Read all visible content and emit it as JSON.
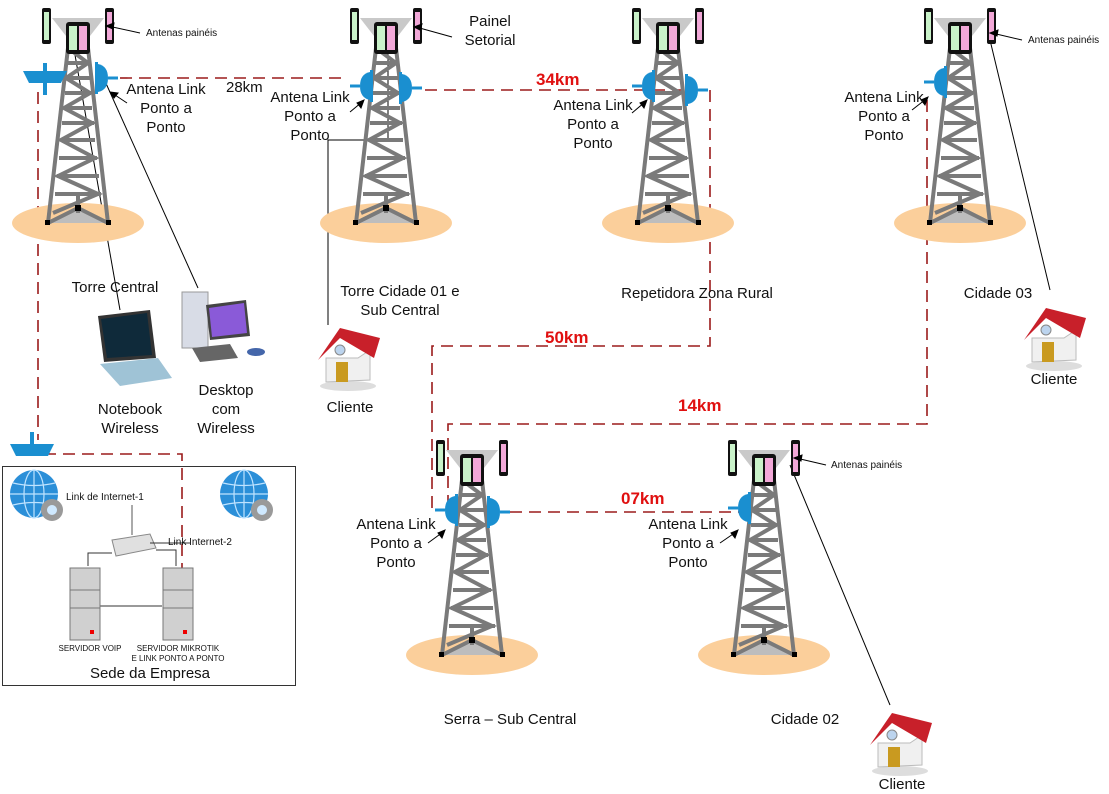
{
  "colors": {
    "link_line": "#9b1b1b",
    "distance_text": "#e01010",
    "tower_gray": "#7a7a7a",
    "base_ellipse": "#fbcf9b",
    "dish_blue": "#1a8fd0",
    "house_roof": "#c8202a"
  },
  "towers": [
    {
      "id": "torre-central",
      "label": "Torre Central"
    },
    {
      "id": "torre-cidade-01",
      "label": "Torre Cidade 01 e Sub Central"
    },
    {
      "id": "repetidora",
      "label": "Repetidora Zona Rural"
    },
    {
      "id": "cidade-03",
      "label": "Cidade 03"
    },
    {
      "id": "serra",
      "label": "Serra – Sub Central"
    },
    {
      "id": "cidade-02",
      "label": "Cidade 02"
    }
  ],
  "annotations": {
    "antenas_paineis": "Antenas painéis",
    "painel_setorial_1": "Painel",
    "painel_setorial_2": "Setorial",
    "antena_link_1": "Antena Link",
    "antena_link_2": "Ponto a",
    "antena_link_3": "Ponto"
  },
  "distances": {
    "d28": "28km",
    "d34": "34km",
    "d50": "50km",
    "d14": "14km",
    "d07": "07km"
  },
  "devices": {
    "notebook_1": "Notebook",
    "notebook_2": "Wireless",
    "desktop_1": "Desktop",
    "desktop_2": "com",
    "desktop_3": "Wireless",
    "cliente": "Cliente"
  },
  "sede": {
    "title": "Sede da Empresa",
    "link1": "Link de Internet-1",
    "link2": "Link Internet-2",
    "server_voip": "SERVIDOR VOIP",
    "server_mk_1": "SERVIDOR MIKROTIK",
    "server_mk_2": "E LINK PONTO A PONTO"
  }
}
